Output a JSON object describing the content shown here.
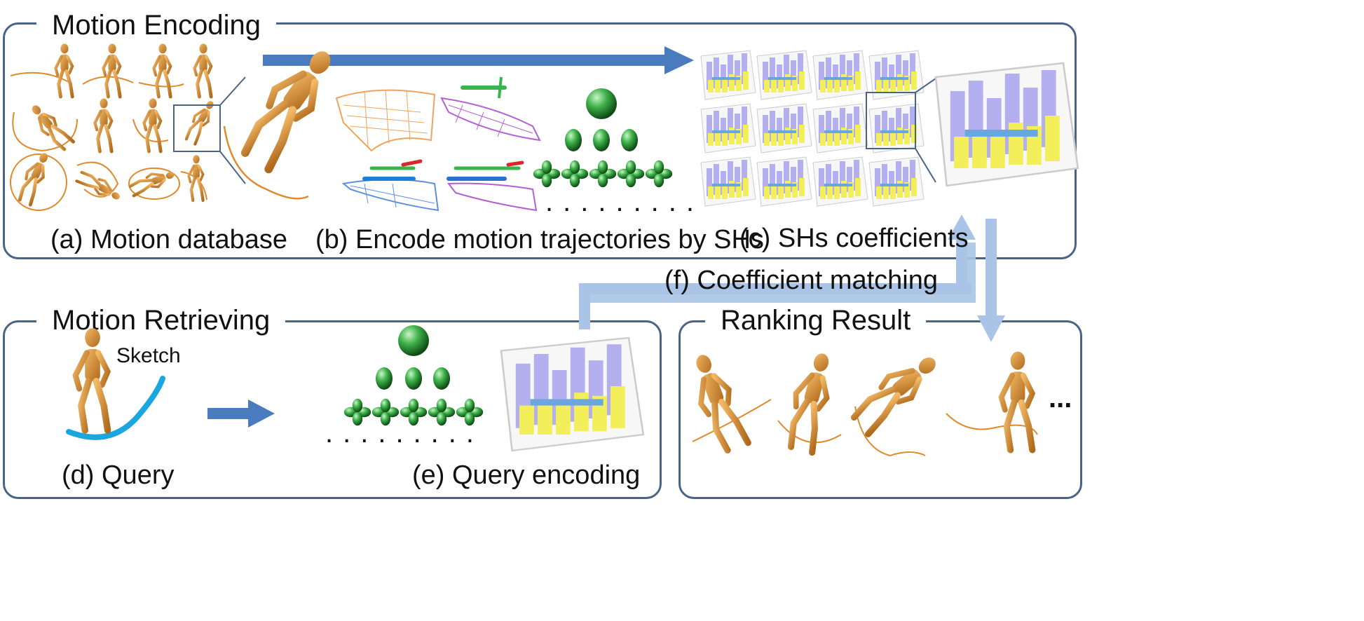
{
  "panels": {
    "motion_encoding": {
      "title": "Motion Encoding"
    },
    "motion_retrieving": {
      "title": "Motion Retrieving"
    },
    "ranking_result": {
      "title": "Ranking Result"
    }
  },
  "captions": {
    "a": "(a) Motion database",
    "b": "(b) Encode motion trajectories by SHs",
    "c": "(c) SHs coefficients",
    "d": "(d) Query",
    "e": "(e) Query encoding",
    "f": "(f) Coefficient matching"
  },
  "labels": {
    "sketch": "Sketch",
    "ellipsis": "...",
    "dots": "........."
  },
  "colors": {
    "panel_border": "#4a6487",
    "arrow_blue": "#4a7bbf",
    "arrow_light": "#a9c4e6",
    "trajectory": "#e08a2c",
    "figure": "#d9953e",
    "sh_green": "#2e9a3a",
    "bar_purple": "#b4b0ef",
    "bar_yellow": "#f3ef5a",
    "bar_blue": "#6aa6e0",
    "bar_pink": "#f2a3a8",
    "sketch_cyan": "#1aa7e0"
  }
}
